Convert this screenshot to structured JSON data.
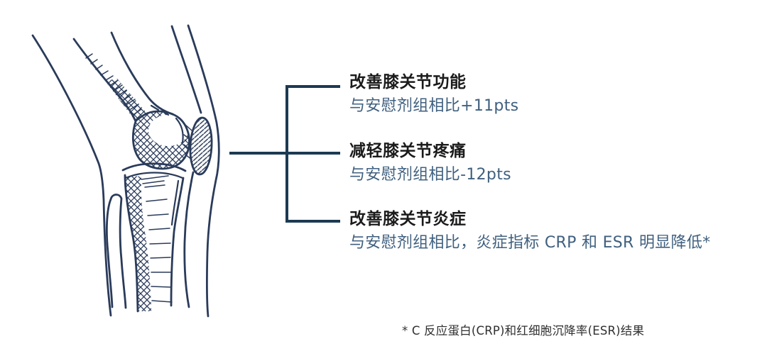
{
  "illustration": {
    "label": "knee-joint-sketch",
    "stroke_color": "#2a3b5a"
  },
  "bracket": {
    "color": "#1c3a52"
  },
  "benefits": [
    {
      "title": "改善膝关节功能",
      "detail": "与安慰剂组相比+11pts"
    },
    {
      "title": "减轻膝关节疼痛",
      "detail": "与安慰剂组相比-12pts"
    },
    {
      "title": "改善膝关节炎症",
      "detail": "与安慰剂组相比，炎症指标 CRP 和 ESR 明显降低*"
    }
  ],
  "footnote": "* C 反应蛋白(CRP)和红细胞沉降率(ESR)结果",
  "colors": {
    "title": "#1b1b1b",
    "detail": "#40607f",
    "footnote": "#303030",
    "background": "#ffffff"
  }
}
